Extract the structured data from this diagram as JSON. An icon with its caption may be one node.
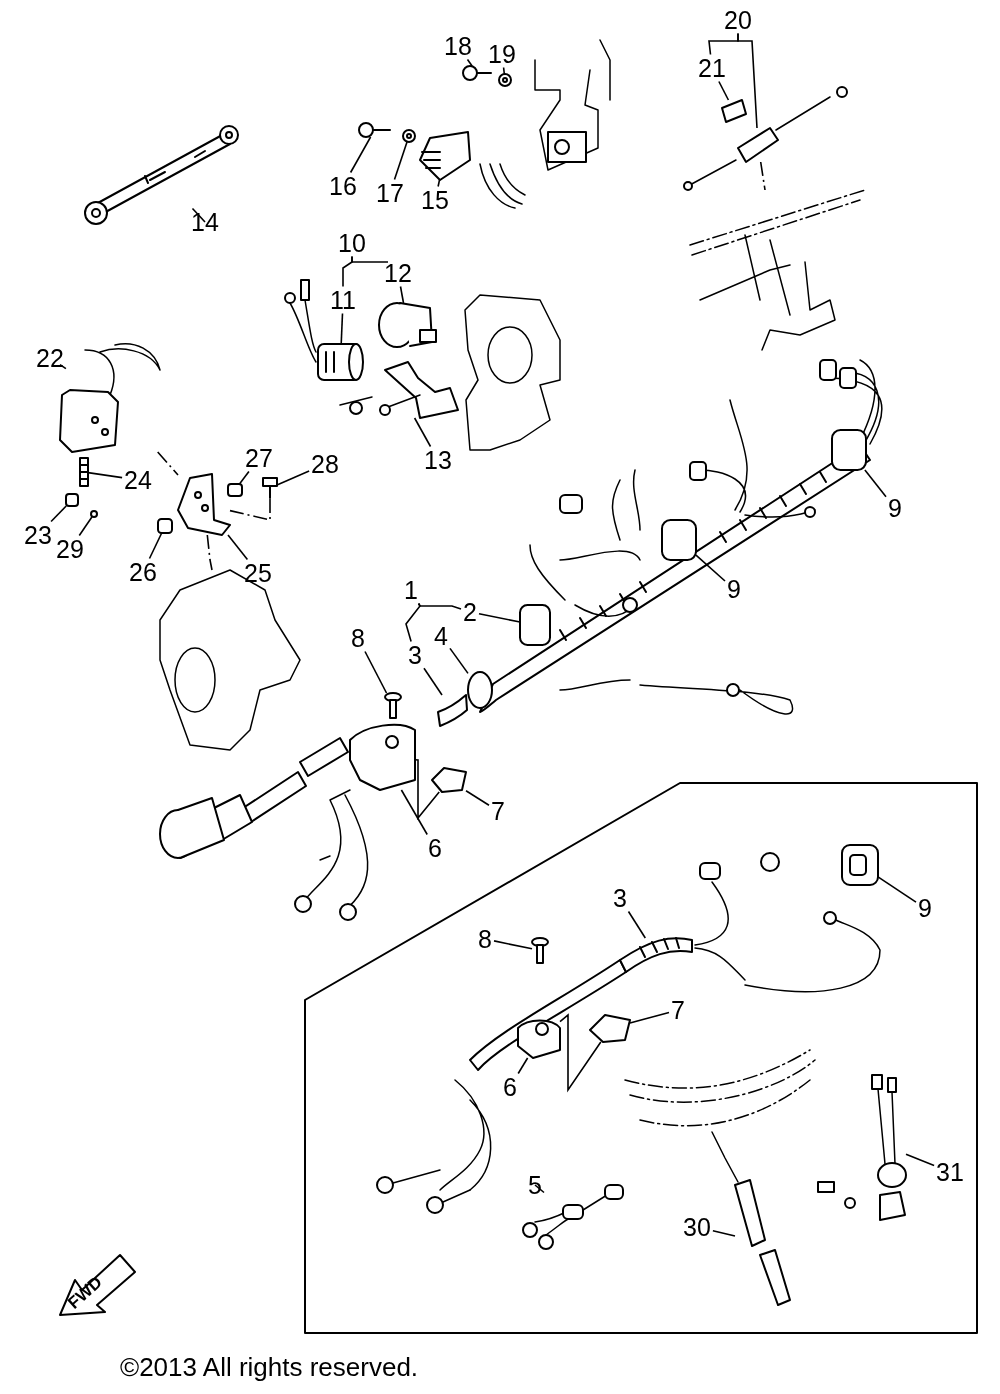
{
  "diagram": {
    "nodes": [
      {
        "text": [
          "18"
        ]
      },
      {
        "text": [
          "19"
        ]
      },
      {
        "text": [
          "16"
        ]
      },
      {
        "text": [
          "17"
        ]
      },
      {
        "text": [
          "15"
        ]
      },
      {
        "text": [
          "14"
        ]
      },
      {
        "text": [
          "20"
        ]
      },
      {
        "text": [
          "21"
        ]
      },
      {
        "text": [
          "10"
        ]
      },
      {
        "text": [
          "11"
        ]
      },
      {
        "text": [
          "12"
        ]
      },
      {
        "text": [
          "13"
        ]
      },
      {
        "text": [
          "22"
        ]
      },
      {
        "text": [
          "24"
        ]
      },
      {
        "text": [
          "23"
        ]
      },
      {
        "text": [
          "29"
        ]
      },
      {
        "text": [
          "27"
        ]
      },
      {
        "text": [
          "28"
        ]
      },
      {
        "text": [
          "26"
        ]
      },
      {
        "text": [
          "25"
        ]
      },
      {
        "text": [
          "9"
        ]
      },
      {
        "text": [
          "9"
        ]
      },
      {
        "text": [
          "1"
        ]
      },
      {
        "text": [
          "2"
        ]
      },
      {
        "text": [
          "3"
        ]
      },
      {
        "text": [
          "4"
        ]
      },
      {
        "text": [
          "8"
        ]
      },
      {
        "text": [
          "7"
        ]
      },
      {
        "text": [
          "6"
        ]
      },
      {
        "text": [
          "9"
        ]
      },
      {
        "text": [
          "3"
        ]
      },
      {
        "text": [
          "8"
        ]
      },
      {
        "text": [
          "7"
        ]
      },
      {
        "text": [
          "6"
        ]
      },
      {
        "text": [
          "5"
        ]
      },
      {
        "text": [
          "30"
        ]
      },
      {
        "text": [
          "31"
        ]
      },
      {
        "text": [],
        "shape": "picture"
      },
      {
        "text": [],
        "shape": "picture"
      },
      {
        "text": [],
        "shape": "picture"
      },
      {
        "text": [],
        "shape": "picture"
      },
      {
        "text": [],
        "shape": "picture"
      },
      {
        "text": [],
        "shape": "picture"
      },
      {
        "text": [],
        "shape": "picture"
      },
      {
        "text": [],
        "shape": "picture"
      },
      {
        "text": [],
        "shape": "cylinder"
      },
      {
        "text": [],
        "shape": "circle"
      },
      {
        "text": [],
        "shape": "picture"
      },
      {
        "text": [],
        "shape": "picture"
      },
      {
        "text": [],
        "shape": "picture"
      },
      {
        "text": [],
        "shape": "box"
      },
      {
        "text": [],
        "shape": "circle"
      },
      {
        "text": [],
        "shape": "box"
      },
      {
        "text": [],
        "shape": "picture"
      },
      {
        "text": [],
        "shape": "box"
      },
      {
        "text": [],
        "shape": "picture"
      },
      {
        "text": [],
        "shape": "box"
      },
      {
        "text": [],
        "shape": "box"
      },
      {
        "text": [],
        "shape": "box"
      },
      {
        "text": [],
        "shape": "picture"
      },
      {
        "text": [],
        "shape": "circle"
      },
      {
        "text": [],
        "shape": "picture"
      },
      {
        "text": [],
        "shape": "picture"
      },
      {
        "text": [],
        "shape": "picture"
      },
      {
        "text": [],
        "shape": "picture"
      },
      {
        "text": [],
        "shape": "picture"
      },
      {
        "text": [],
        "shape": "picture"
      },
      {
        "text": [],
        "shape": "picture"
      },
      {
        "text": [],
        "shape": "picture"
      },
      {
        "text": [],
        "shape": "picture"
      },
      {
        "text": [],
        "shape": "picture"
      },
      {
        "text": [],
        "shape": "picture"
      },
      {
        "text": [],
        "shape": "picture"
      },
      {
        "text": [],
        "shape": "picture"
      }
    ],
    "edges": [
      {
        "from": 0,
        "to": 37,
        "arrow": "none"
      },
      {
        "from": 1,
        "to": 38,
        "arrow": "none"
      },
      {
        "from": 2,
        "to": 39,
        "arrow": "none"
      },
      {
        "from": 3,
        "to": 40,
        "arrow": "none"
      },
      {
        "from": 4,
        "to": 41,
        "arrow": "none"
      },
      {
        "from": 5,
        "to": 42,
        "arrow": "none"
      },
      {
        "from": 6,
        "to": 43,
        "arrow": "none"
      },
      {
        "from": 6,
        "to": 7,
        "arrow": "none"
      },
      {
        "from": 7,
        "to": 44,
        "arrow": "none"
      },
      {
        "from": 8,
        "to": 9,
        "arrow": "none"
      },
      {
        "from": 8,
        "to": 10,
        "arrow": "none"
      },
      {
        "from": 9,
        "to": 45,
        "arrow": "none"
      },
      {
        "from": 10,
        "to": 46,
        "arrow": "none"
      },
      {
        "from": 11,
        "to": 47,
        "arrow": "none"
      },
      {
        "from": 12,
        "to": 48,
        "arrow": "none"
      },
      {
        "from": 13,
        "to": 49,
        "arrow": "none"
      },
      {
        "from": 14,
        "to": 50,
        "arrow": "none"
      },
      {
        "from": 15,
        "to": 51,
        "arrow": "none"
      },
      {
        "from": 16,
        "to": 52,
        "arrow": "none"
      },
      {
        "from": 17,
        "to": 53,
        "arrow": "none"
      },
      {
        "from": 18,
        "to": 54,
        "arrow": "none"
      },
      {
        "from": 19,
        "to": 55,
        "arrow": "none"
      },
      {
        "from": 20,
        "to": 56,
        "arrow": "none"
      },
      {
        "from": 21,
        "to": 57,
        "arrow": "none"
      },
      {
        "from": 22,
        "to": 24,
        "arrow": "none"
      },
      {
        "from": 22,
        "to": 23,
        "arrow": "none"
      },
      {
        "from": 23,
        "to": 58,
        "arrow": "none"
      },
      {
        "from": 24,
        "to": 59,
        "arrow": "none"
      },
      {
        "from": 25,
        "to": 60,
        "arrow": "none"
      },
      {
        "from": 26,
        "to": 61,
        "arrow": "none"
      },
      {
        "from": 27,
        "to": 62,
        "arrow": "none"
      },
      {
        "from": 28,
        "to": 63,
        "arrow": "none"
      },
      {
        "from": 29,
        "to": 64,
        "arrow": "none"
      },
      {
        "from": 30,
        "to": 65,
        "arrow": "none"
      },
      {
        "from": 31,
        "to": 66,
        "arrow": "none"
      },
      {
        "from": 32,
        "to": 67,
        "arrow": "none"
      },
      {
        "from": 33,
        "to": 68,
        "arrow": "none"
      },
      {
        "from": 34,
        "to": 69,
        "arrow": "none"
      },
      {
        "from": 35,
        "to": 70,
        "arrow": "none"
      },
      {
        "from": 36,
        "to": 71,
        "arrow": "none"
      },
      {
        "from": 48,
        "to": 55,
        "arrow": "none",
        "style": "dashed"
      },
      {
        "from": 55,
        "to": 53,
        "arrow": "none",
        "style": "dashed"
      },
      {
        "from": 55,
        "to": 72,
        "arrow": "none",
        "style": "dashed"
      },
      {
        "from": 43,
        "to": 73,
        "arrow": "none",
        "style": "dashed"
      },
      {
        "from": 63,
        "to": 62,
        "arrow": "none"
      },
      {
        "from": 68,
        "to": 67,
        "arrow": "none"
      }
    ],
    "labels": [
      "FWD",
      "©2013 All rights reserved."
    ]
  }
}
